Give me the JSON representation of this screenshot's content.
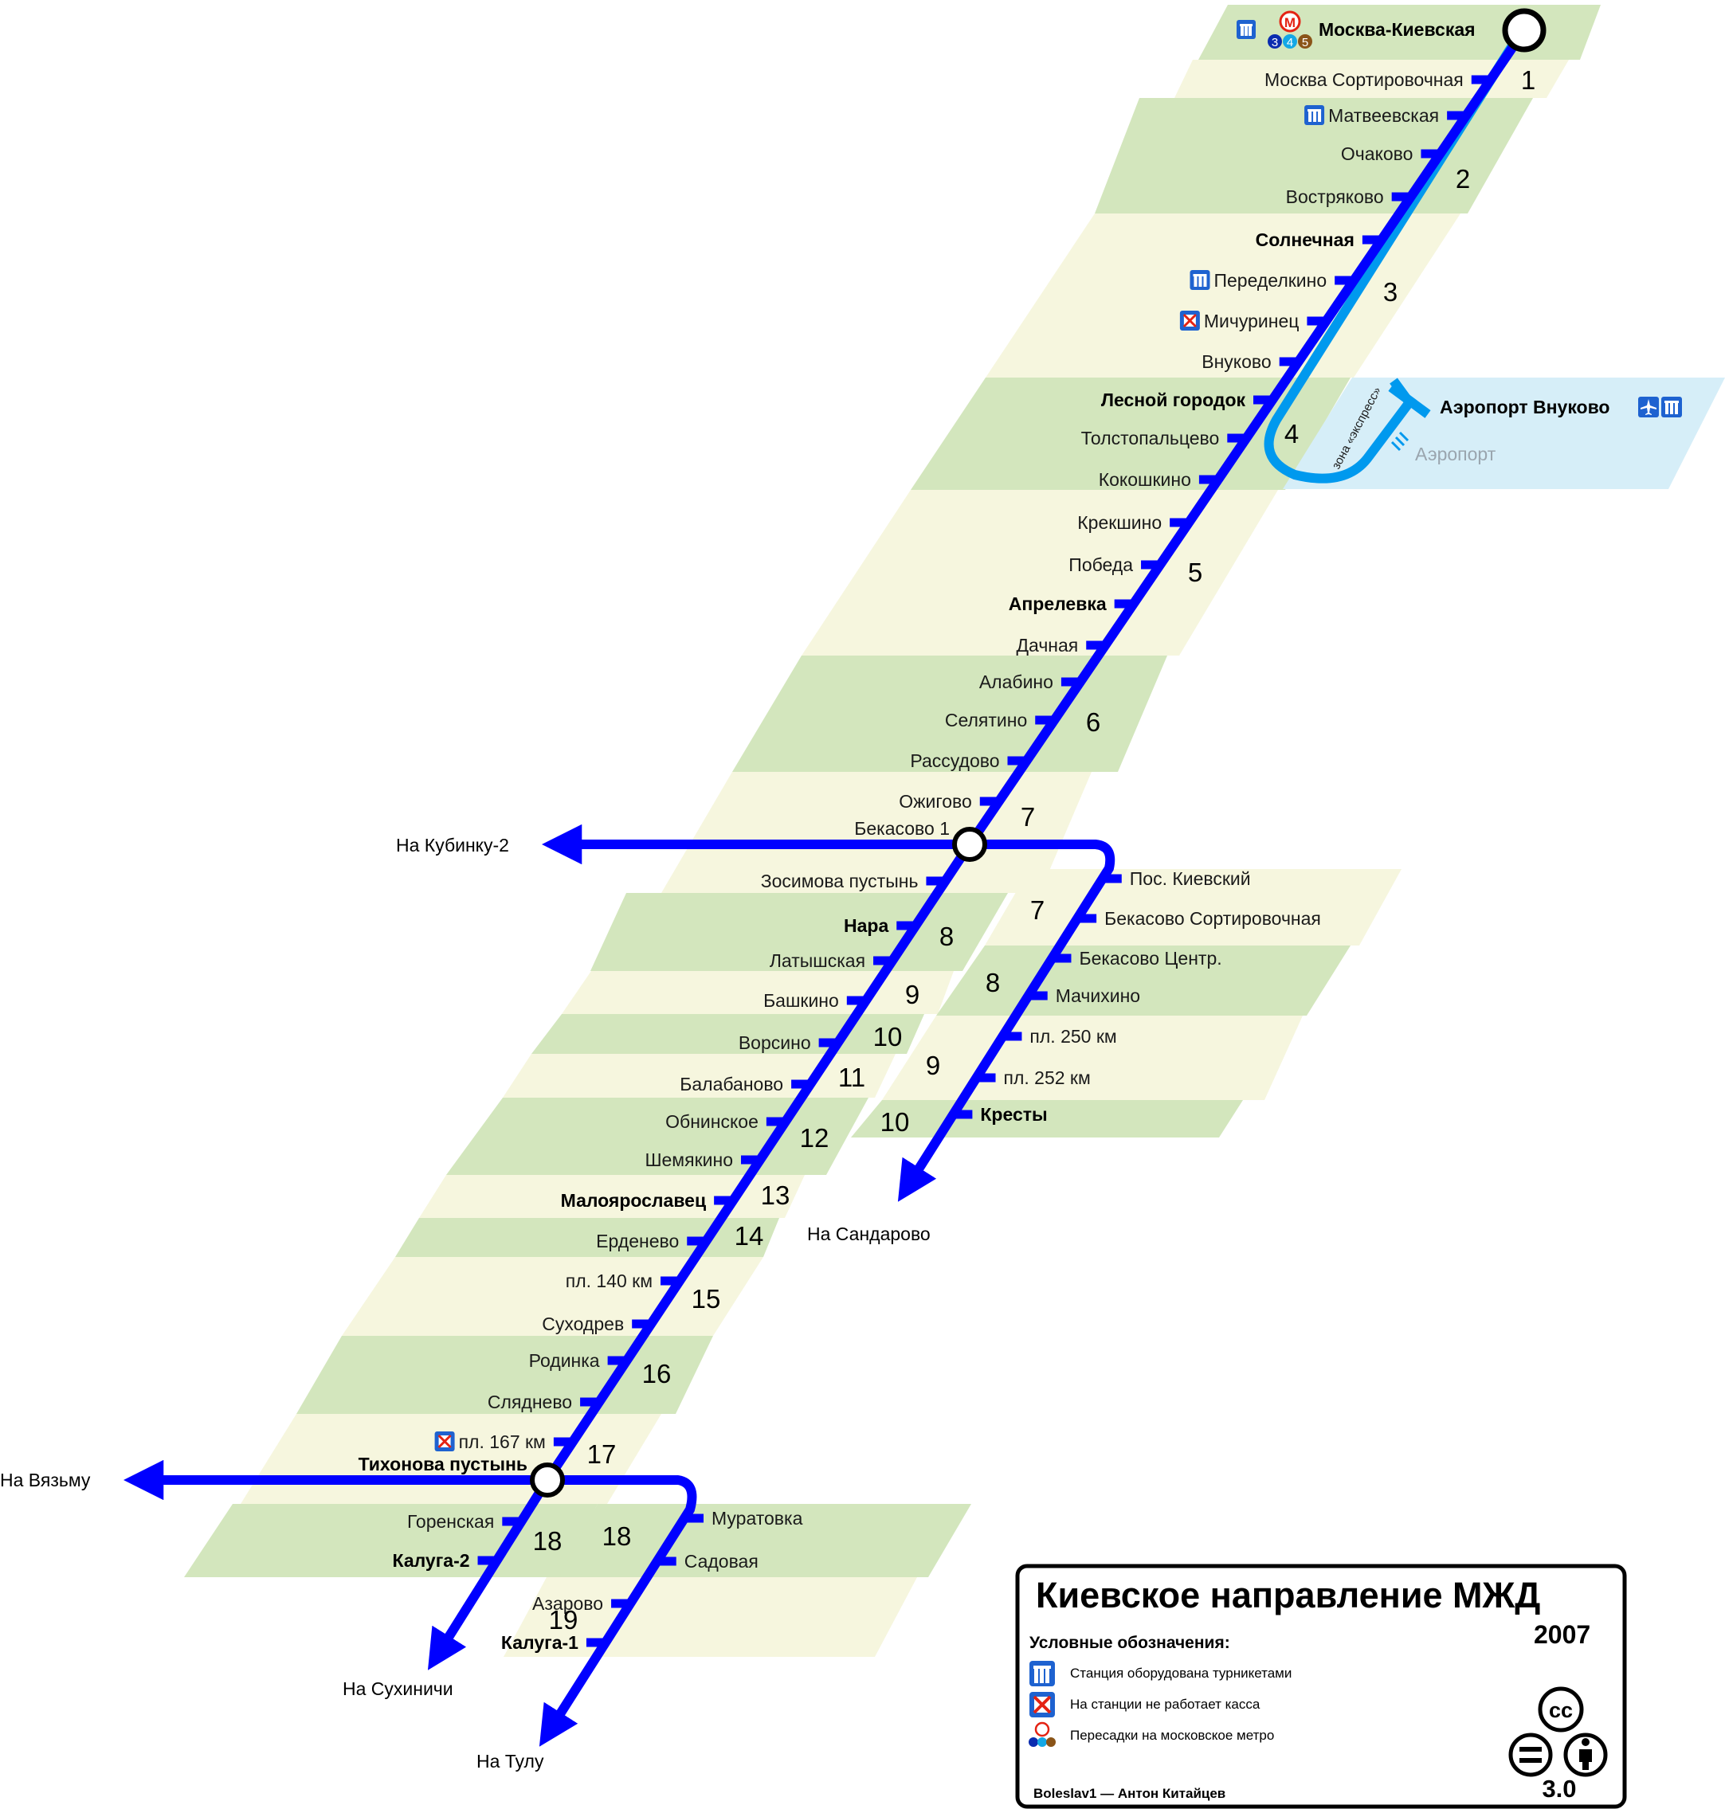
{
  "legend": {
    "title": "Киевское направление МЖД",
    "year": "2007",
    "heading": "Условные обозначения:",
    "items": [
      {
        "icon": "turnstile-icon",
        "text": "Станция оборудована турникетами"
      },
      {
        "icon": "no-ticket-office-icon",
        "text": "На станции не работает касса"
      },
      {
        "icon": "metro-transfer-icon",
        "text": "Пересадки на московское метро"
      }
    ],
    "author": "Boleslav1 — Антон Китайцев",
    "license_version": "3.0",
    "cc_label": "cc"
  },
  "colors": {
    "main_line": "#0000ff",
    "express_line": "#0099ee",
    "zone_green": "#d3e6bd",
    "zone_cream": "#f6f6de",
    "airport_zone": "#d6eef8",
    "airport_gray": "#9aa5ae",
    "metro_red": "#e42313",
    "metro_3": "#0a2caf",
    "metro_4": "#14a8e6",
    "metro_5": "#8a5418"
  },
  "terminal": {
    "name": "Москва-Киевская",
    "metro_lines": [
      "3",
      "4",
      "5"
    ],
    "metro_letter": "М"
  },
  "main_stations": [
    {
      "name": "Москва Сортировочная",
      "bold": false
    },
    {
      "name": "Матвеевская",
      "bold": false,
      "icon": "turnstile"
    },
    {
      "name": "Очаково",
      "bold": false
    },
    {
      "name": "Востряково",
      "bold": false
    },
    {
      "name": "Солнечная",
      "bold": true
    },
    {
      "name": "Переделкино",
      "bold": false,
      "icon": "turnstile"
    },
    {
      "name": "Мичуринец",
      "bold": false,
      "icon": "no-ticket-office"
    },
    {
      "name": "Внуково",
      "bold": false
    },
    {
      "name": "Лесной городок",
      "bold": true
    },
    {
      "name": "Толстопальцево",
      "bold": false
    },
    {
      "name": "Кокошкино",
      "bold": false
    },
    {
      "name": "Крекшино",
      "bold": false
    },
    {
      "name": "Победа",
      "bold": false
    },
    {
      "name": "Апрелевка",
      "bold": true
    },
    {
      "name": "Дачная",
      "bold": false
    },
    {
      "name": "Алабино",
      "bold": false
    },
    {
      "name": "Селятино",
      "bold": false
    },
    {
      "name": "Рассудово",
      "bold": false
    },
    {
      "name": "Ожигово",
      "bold": false
    },
    {
      "name": "Бекасово 1",
      "bold": false
    },
    {
      "name": "Зосимова пустынь",
      "bold": false
    },
    {
      "name": "Нара",
      "bold": true
    },
    {
      "name": "Латышская",
      "bold": false
    },
    {
      "name": "Башкино",
      "bold": false
    },
    {
      "name": "Ворсино",
      "bold": false
    },
    {
      "name": "Балабаново",
      "bold": false
    },
    {
      "name": "Обнинское",
      "bold": false
    },
    {
      "name": "Шемякино",
      "bold": false
    },
    {
      "name": "Малоярославец",
      "bold": true
    },
    {
      "name": "Ерденево",
      "bold": false
    },
    {
      "name": "пл. 140 км",
      "bold": false
    },
    {
      "name": "Суходрев",
      "bold": false
    },
    {
      "name": "Родинка",
      "bold": false
    },
    {
      "name": "Сляднево",
      "bold": false
    },
    {
      "name": "пл. 167 км",
      "bold": false,
      "icon": "no-ticket-office"
    },
    {
      "name": "Тихонова пустынь",
      "bold": true
    },
    {
      "name": "Горенская",
      "bold": false
    },
    {
      "name": "Калуга-2",
      "bold": true
    }
  ],
  "sandarovo_stations": [
    {
      "name": "Пос. Киевский",
      "bold": false
    },
    {
      "name": "Бекасово Сортировочная",
      "bold": false
    },
    {
      "name": "Бекасово Центр.",
      "bold": false
    },
    {
      "name": "Мачихино",
      "bold": false
    },
    {
      "name": "пл. 250 км",
      "bold": false
    },
    {
      "name": "пл. 252 км",
      "bold": false
    },
    {
      "name": "Кресты",
      "bold": true
    }
  ],
  "tula_stations": [
    {
      "name": "Муратовка",
      "bold": false
    },
    {
      "name": "Садовая",
      "bold": false
    },
    {
      "name": "Азарово",
      "bold": false
    },
    {
      "name": "Калуга-1",
      "bold": true
    }
  ],
  "airport": {
    "name": "Аэропорт Внуково",
    "gray_label": "Аэропорт",
    "express_label": "зона «экспресс»"
  },
  "zones_main": [
    "1",
    "2",
    "3",
    "4",
    "5",
    "6",
    "7",
    "8",
    "9",
    "10",
    "11",
    "12",
    "13",
    "14",
    "15",
    "16",
    "17",
    "18",
    "19"
  ],
  "zones_sandarovo": [
    "7",
    "8",
    "9",
    "10"
  ],
  "zones_tula": [
    "18"
  ],
  "directions": {
    "kubinka": "На Кубинку-2",
    "vyazma": "На Вязьму",
    "sandarovo": "На Сандарово",
    "sukhinichi": "На Сухиничи",
    "tula": "На Тулу"
  }
}
